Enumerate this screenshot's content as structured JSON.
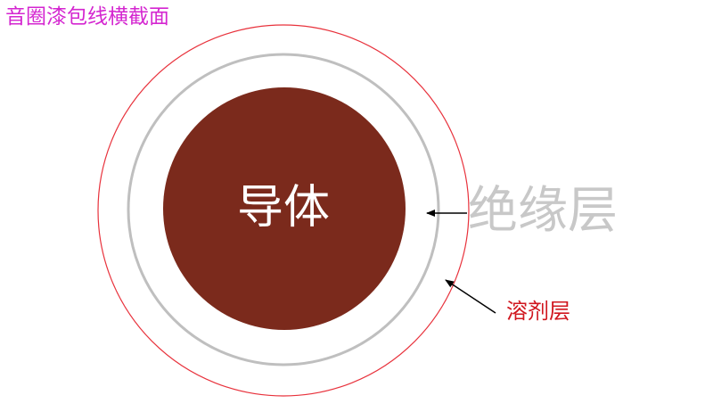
{
  "title": "音圈漆包线横截面",
  "diagram": {
    "conductor": {
      "label": "导体",
      "fill": "#7B2A1C",
      "text_color": "#FFFFFF"
    },
    "insulation_layer": {
      "label": "绝缘层",
      "stroke": "#BFBFBF",
      "label_color": "#C8C8C8"
    },
    "solvent_layer": {
      "label": "溶剂层",
      "stroke": "#E8323C",
      "label_color": "#D0161E"
    },
    "arrow_color": "#000000"
  },
  "colors": {
    "title": "#D426D0",
    "background": "#FFFFFF"
  }
}
